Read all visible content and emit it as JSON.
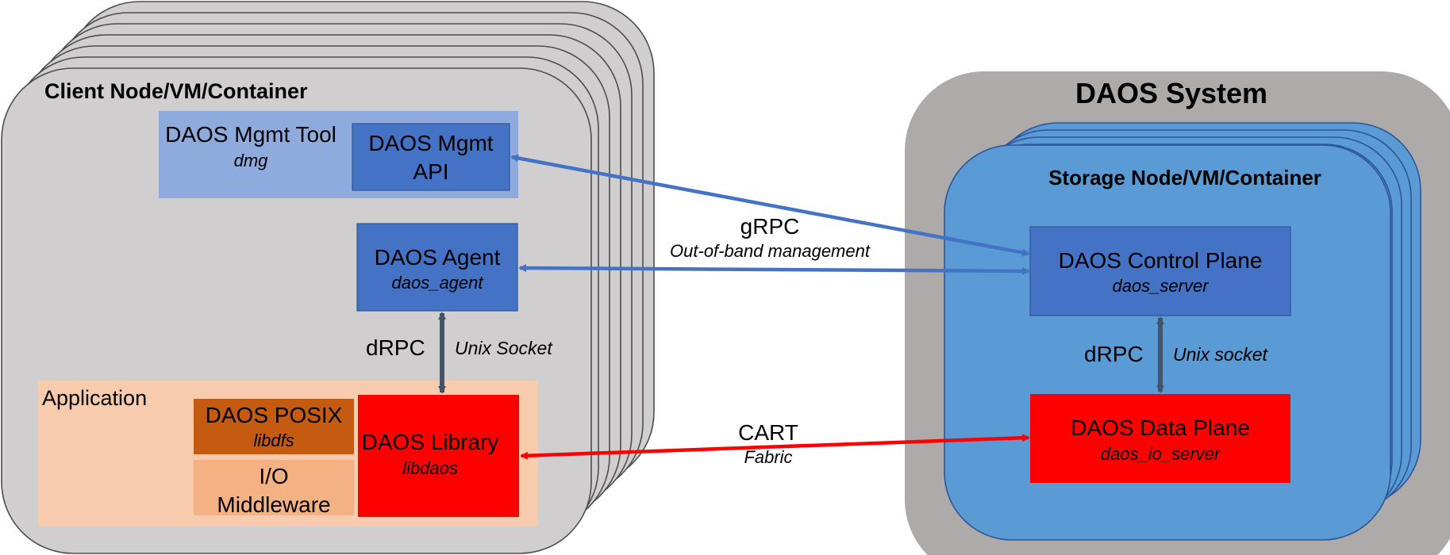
{
  "client": {
    "title": "Client Node/VM/Container",
    "mgmt_tool": {
      "label": "DAOS Mgmt Tool",
      "binary": "dmg"
    },
    "mgmt_api": {
      "line1": "DAOS Mgmt",
      "line2": "API"
    },
    "agent": {
      "label": "DAOS Agent",
      "binary": "daos_agent"
    },
    "application": {
      "label": "Application",
      "posix": {
        "label": "DAOS POSIX",
        "binary": "libdfs"
      },
      "middleware": {
        "line1": "I/O",
        "line2": "Middleware"
      },
      "library": {
        "label": "DAOS Library",
        "binary": "libdaos"
      }
    },
    "drpc": {
      "label": "dRPC",
      "transport": "Unix Socket"
    }
  },
  "system": {
    "title": "DAOS System",
    "node_title": "Storage Node/VM/Container",
    "control_plane": {
      "label": "DAOS Control Plane",
      "binary": "daos_server"
    },
    "data_plane": {
      "label": "DAOS Data Plane",
      "binary": "daos_io_server"
    },
    "drpc": {
      "label": "dRPC",
      "transport": "Unix socket"
    }
  },
  "links": {
    "grpc": {
      "label": "gRPC",
      "sub": "Out-of-band management"
    },
    "cart": {
      "label": "CART",
      "sub": "Fabric"
    }
  },
  "colors": {
    "client_node": "#d0cecf",
    "system_bg": "#aeaaaa",
    "storage_node": "#5b9bd5",
    "mgmt_panel": "#8faadc",
    "blue_box": "#4472c4",
    "red_box": "#ff0000",
    "app_panel": "#f8cbad",
    "posix_box": "#c55a11",
    "middleware_box": "#f4b183",
    "arrow_blue": "#4472c4",
    "arrow_red": "#ff0000",
    "arrow_gray": "#44546a"
  }
}
